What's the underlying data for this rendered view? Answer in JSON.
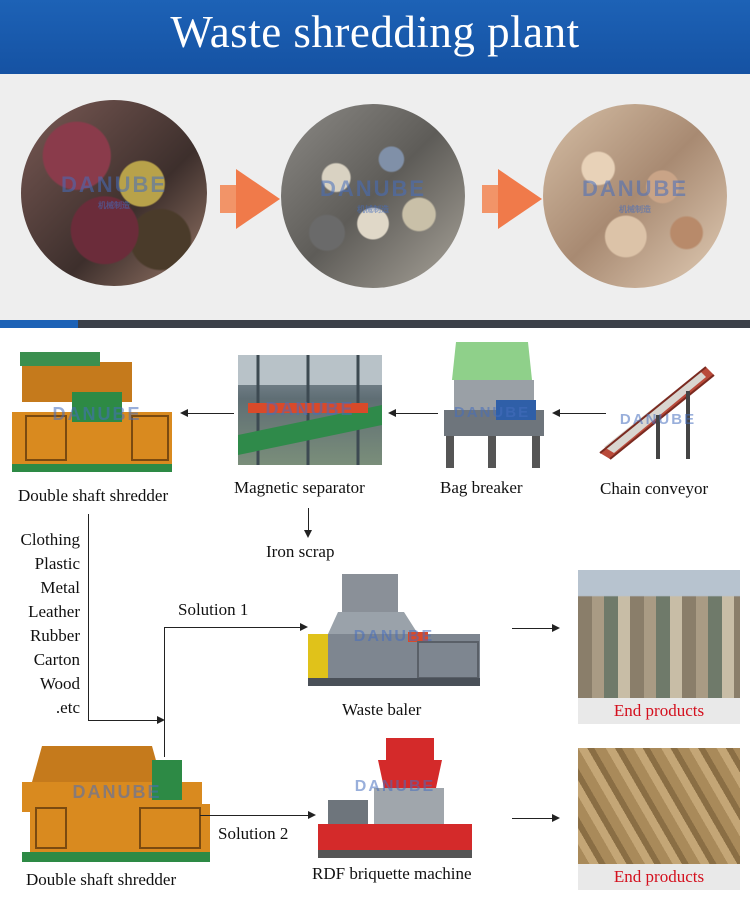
{
  "title": "Waste shredding plant",
  "watermark": {
    "brand": "DANUBE",
    "sub": "机械制造"
  },
  "stages": [
    {
      "name": "raw-waste-photo"
    },
    {
      "name": "shredded-waste-photo"
    },
    {
      "name": "fine-shredded-photo"
    }
  ],
  "colors": {
    "banner": "#1d62b6",
    "arrow": "#f07a4a",
    "end_label": "#d4101e",
    "machine_orange": "#d98a1f",
    "machine_green": "#2d8a45"
  },
  "process": {
    "double_shaft_shredder": "Double shaft shredder",
    "magnetic_separator": "Magnetic separator",
    "bag_breaker": "Bag breaker",
    "chain_conveyor": "Chain conveyor",
    "iron_scrap": "Iron scrap"
  },
  "materials": [
    "Clothing",
    "Plastic",
    "Metal",
    "Leather",
    "Rubber",
    "Carton",
    "Wood",
    ".etc"
  ],
  "solution1": {
    "label": "Solution 1",
    "machine": "Waste baler",
    "result": "End products"
  },
  "solution2": {
    "label": "Solution 2",
    "machine": "RDF briquette machine",
    "result": "End products",
    "shredder": "Double shaft shredder"
  }
}
